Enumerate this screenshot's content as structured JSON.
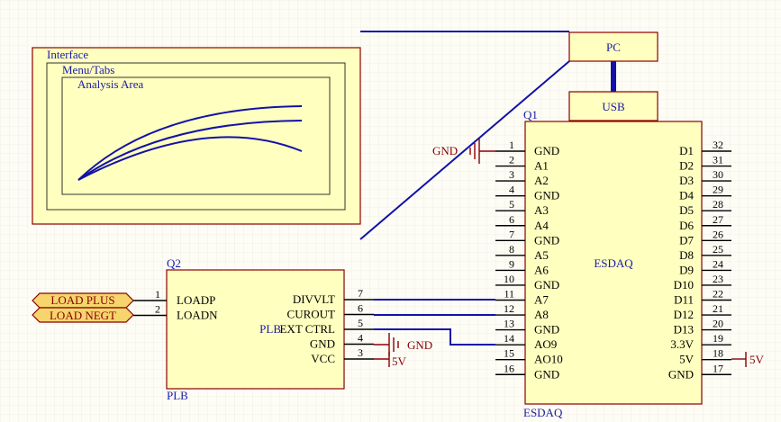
{
  "colors": {
    "wire": "#1212a8",
    "part_border": "#8b0000",
    "part_fill": "#ffffbf",
    "power": "#8b0000"
  },
  "interface": {
    "outer_label": "Interface",
    "menu_label": "Menu/Tabs",
    "analysis_label": "Analysis Area"
  },
  "pc": {
    "label": "PC"
  },
  "usb": {
    "label": "USB"
  },
  "q1": {
    "designator": "Q1",
    "center_label": "ESDAQ",
    "footer_label": "ESDAQ",
    "left_pins": [
      {
        "num": "1",
        "name": "GND"
      },
      {
        "num": "2",
        "name": "A1"
      },
      {
        "num": "3",
        "name": "A2"
      },
      {
        "num": "4",
        "name": "GND"
      },
      {
        "num": "5",
        "name": "A3"
      },
      {
        "num": "6",
        "name": "A4"
      },
      {
        "num": "7",
        "name": "GND"
      },
      {
        "num": "8",
        "name": "A5"
      },
      {
        "num": "9",
        "name": "A6"
      },
      {
        "num": "10",
        "name": "GND"
      },
      {
        "num": "11",
        "name": "A7"
      },
      {
        "num": "12",
        "name": "A8"
      },
      {
        "num": "13",
        "name": "GND"
      },
      {
        "num": "14",
        "name": "AO9"
      },
      {
        "num": "15",
        "name": "AO10"
      },
      {
        "num": "16",
        "name": "GND"
      }
    ],
    "right_pins": [
      {
        "num": "32",
        "name": "D1"
      },
      {
        "num": "31",
        "name": "D2"
      },
      {
        "num": "30",
        "name": "D3"
      },
      {
        "num": "29",
        "name": "D4"
      },
      {
        "num": "28",
        "name": "D5"
      },
      {
        "num": "27",
        "name": "D6"
      },
      {
        "num": "26",
        "name": "D7"
      },
      {
        "num": "25",
        "name": "D8"
      },
      {
        "num": "24",
        "name": "D9"
      },
      {
        "num": "23",
        "name": "D10"
      },
      {
        "num": "22",
        "name": "D11"
      },
      {
        "num": "21",
        "name": "D12"
      },
      {
        "num": "20",
        "name": "D13"
      },
      {
        "num": "19",
        "name": "3.3V"
      },
      {
        "num": "18",
        "name": "5V"
      },
      {
        "num": "17",
        "name": "GND"
      }
    ]
  },
  "q2": {
    "designator": "Q2",
    "footer_label": "PLB",
    "left_pins": [
      {
        "num": "1",
        "name": "LOADP"
      },
      {
        "num": "2",
        "name": "LOADN"
      }
    ],
    "right_pins": [
      {
        "num": "7",
        "name": "DIVVLT"
      },
      {
        "num": "6",
        "name": "CUROUT"
      },
      {
        "num": "5",
        "name": "EXT CTRL",
        "prefix": "PLB"
      },
      {
        "num": "4",
        "name": "GND"
      },
      {
        "num": "3",
        "name": "VCC"
      }
    ]
  },
  "ports": {
    "load_plus": "LOAD PLUS",
    "load_negt": "LOAD NEGT"
  },
  "power": {
    "gnd_q1": "GND",
    "gnd_q2": "GND",
    "v5_q2": "5V",
    "v5_q1": "5V"
  }
}
